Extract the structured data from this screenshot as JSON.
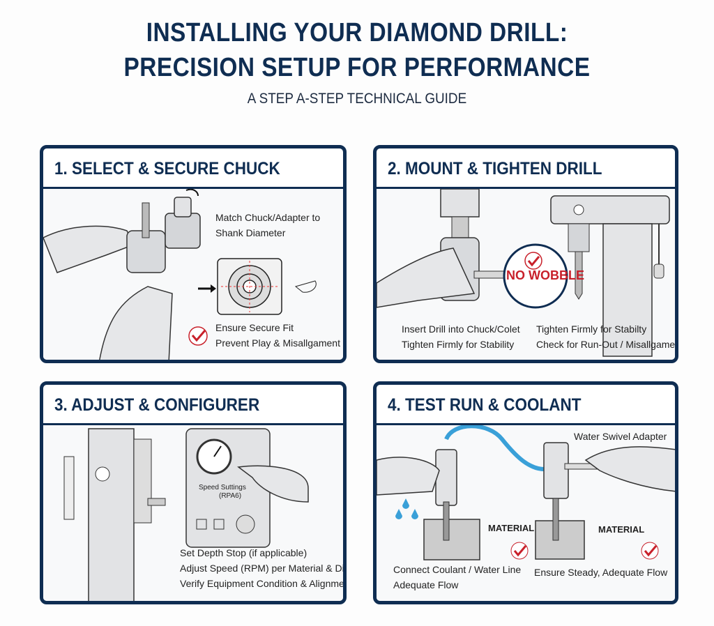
{
  "header": {
    "title_line1": "INSTALLING YOUR DIAMOND DRILL:",
    "title_line2": "PRECISION SETUP FOR PERFORMANCE",
    "subtitle": "A STEP A-STEP TECHNICAL GUIDE"
  },
  "steps": [
    {
      "title": "1. SELECT & SECURE CHUCK",
      "note1": "Match Chuck/Adapter to",
      "note2": "Shank Diameter",
      "note3": "Ensure Secure Fit",
      "note4": "Prevent Play & Misallgament"
    },
    {
      "title": "2. MOUNT & TIGHTEN DRILL",
      "badge": "NO WOBBLE",
      "left1": "Insert Drill into Chuck/Colet",
      "left2": "Tighten Firmly for Stability",
      "right1": "Tighten Firmly for Stabilty",
      "right2": "Check for Run-Out / Misallgament"
    },
    {
      "title": "3. ADJUST & CONFIGURER",
      "panel_label1": "Speed Suttings",
      "panel_label2": "(RPA6)",
      "line1": "Set Depth Stop (if applicable)",
      "line2": "Adjust Speed (RPM) per Material & Diamete",
      "line3": "Verify Equipment Condition & Alignment"
    },
    {
      "title": "4. TEST RUN & COOLANT",
      "adapter_label": "Water Swivel Adapter",
      "material1": "MATERIAL",
      "material2": "MATERIAL",
      "left1": "Connect Coulant / Water Line",
      "left2": "Adequate Flow",
      "right1": "Ensure Steady, Adequate Flow"
    }
  ],
  "colors": {
    "navy": "#0f2d52",
    "check_red": "#c8202a",
    "hose_blue": "#3aa0d8"
  }
}
